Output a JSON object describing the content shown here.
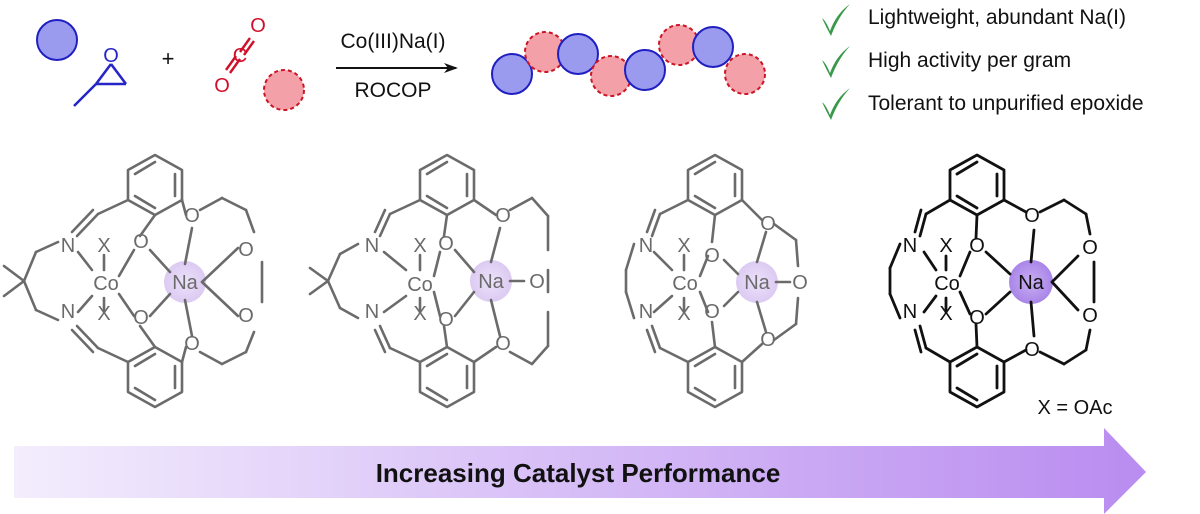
{
  "colors": {
    "monomer_blue": "#9a9aee",
    "monomer_blue_stroke": "#1f1fc2",
    "co2_red": "#f4a0a8",
    "co2_red_stroke": "#cc1424",
    "epoxide_stroke": "#2626c8",
    "co2_text": "#d0102a",
    "check_green": "#3a9a4a",
    "gray_bond": "#6b6b6b",
    "black_bond": "#111111",
    "na_halo": "#dccaf2",
    "na_halo_dark": "#b696ea",
    "arrow_light": "#f1eafc",
    "arrow_dark": "#b98cf0"
  },
  "scheme": {
    "plus": "+",
    "co2_atoms": [
      "O",
      "C",
      "O"
    ],
    "arrow_above": "Co(III)Na(I)",
    "arrow_below": "ROCOP"
  },
  "bullets": [
    {
      "icon": "check-icon",
      "text": "Lightweight, abundant Na(I)"
    },
    {
      "icon": "check-icon",
      "text": "High activity per gram"
    },
    {
      "icon": "check-icon",
      "text": "Tolerant to unpurified epoxide"
    }
  ],
  "catalysts": [
    {
      "co": "Co",
      "na": "Na",
      "n": "N",
      "o": "O",
      "x": "X"
    },
    {
      "co": "Co",
      "na": "Na",
      "n": "N",
      "o": "O",
      "x": "X"
    },
    {
      "co": "Co",
      "na": "Na",
      "n": "N",
      "o": "O",
      "x": "X"
    },
    {
      "co": "Co",
      "na": "Na",
      "n": "N",
      "o": "O",
      "x": "X"
    }
  ],
  "legend": "X = OAc",
  "arrow_label": "Increasing Catalyst Performance"
}
